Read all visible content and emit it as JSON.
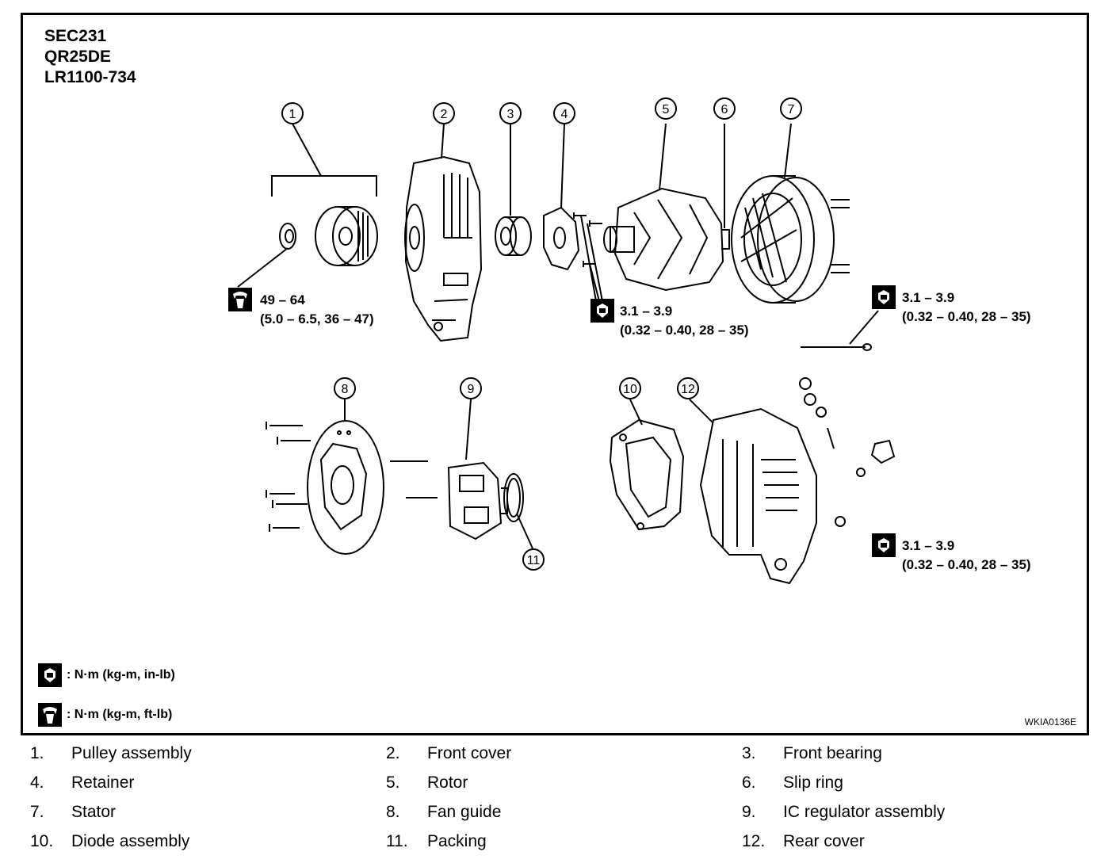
{
  "header": {
    "line1": "SEC231",
    "line2": "QR25DE",
    "line3": "LR1100-734"
  },
  "callouts": [
    "1",
    "2",
    "3",
    "4",
    "5",
    "6",
    "7",
    "8",
    "9",
    "10",
    "11",
    "12"
  ],
  "torque": [
    {
      "value": "49 – 64",
      "detail": "(5.0 – 6.5, 36 – 47)",
      "icon": "wrench-ftlb-icon"
    },
    {
      "value": "3.1 – 3.9",
      "detail": "(0.32 – 0.40, 28 – 35)",
      "icon": "wrench-inlb-icon"
    },
    {
      "value": "3.1 – 3.9",
      "detail": "(0.32 – 0.40, 28 – 35)",
      "icon": "wrench-inlb-icon"
    },
    {
      "value": "3.1 – 3.9",
      "detail": "(0.32 – 0.40, 28 – 35)",
      "icon": "wrench-inlb-icon"
    }
  ],
  "legend": [
    {
      "text": ": N·m (kg-m, in-lb)",
      "icon": "wrench-inlb-icon"
    },
    {
      "text": ": N·m (kg-m, ft-lb)",
      "icon": "wrench-ftlb-icon"
    }
  ],
  "figure_code": "WKIA0136E",
  "parts": [
    {
      "num": "1.",
      "name": "Pulley assembly"
    },
    {
      "num": "2.",
      "name": "Front cover"
    },
    {
      "num": "3.",
      "name": "Front bearing"
    },
    {
      "num": "4.",
      "name": "Retainer"
    },
    {
      "num": "5.",
      "name": "Rotor"
    },
    {
      "num": "6.",
      "name": "Slip ring"
    },
    {
      "num": "7.",
      "name": "Stator"
    },
    {
      "num": "8.",
      "name": "Fan guide"
    },
    {
      "num": "9.",
      "name": "IC regulator assembly"
    },
    {
      "num": "10.",
      "name": "Diode assembly"
    },
    {
      "num": "11.",
      "name": "Packing"
    },
    {
      "num": "12.",
      "name": "Rear cover"
    }
  ]
}
